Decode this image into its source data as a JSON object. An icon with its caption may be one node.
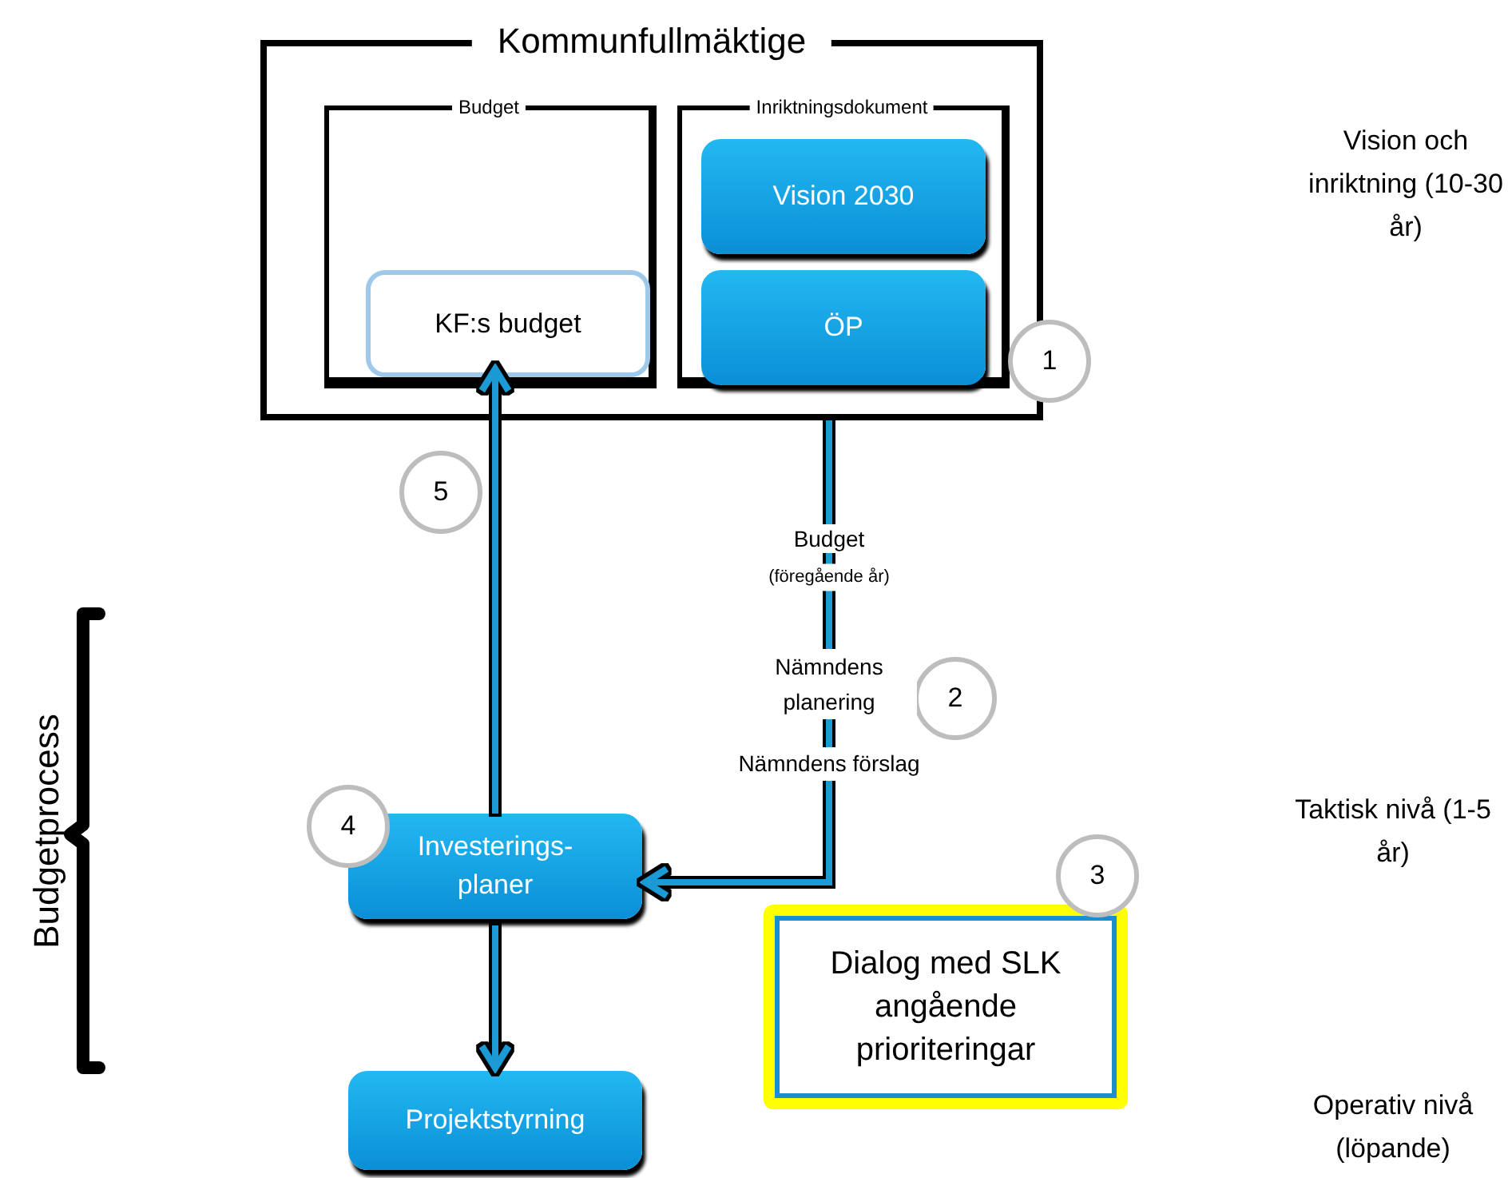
{
  "diagram": {
    "nodes": [
      {
        "text": [
          "Kommunfullmäktige"
        ]
      },
      {
        "text": [
          "Budget"
        ],
        "in": 0
      },
      {
        "text": [
          "Inriktningsdokument"
        ],
        "in": 0
      },
      {
        "text": [
          "KF:s budget"
        ],
        "in": 1
      },
      {
        "text": [
          "Vision 2030"
        ],
        "in": 2
      },
      {
        "text": [
          "ÖP"
        ],
        "in": 2
      },
      {
        "text": [
          "Investerings- planer"
        ]
      },
      {
        "text": [
          "Projektstyrning"
        ]
      },
      {
        "text": [
          "Dialog med SLK angående prioriteringar"
        ]
      },
      {
        "text": [
          "1"
        ]
      },
      {
        "text": [
          "5"
        ]
      },
      {
        "text": [
          "2"
        ]
      },
      {
        "text": [
          "4"
        ]
      },
      {
        "text": [
          "3"
        ]
      }
    ],
    "edges": [
      {
        "from": 0,
        "to": 6,
        "arrow": "to",
        "label": "Budget"
      },
      {
        "from": 6,
        "to": 3,
        "arrow": "to"
      },
      {
        "from": 6,
        "to": 7,
        "arrow": "to"
      }
    ],
    "labels": [
      "(föregående år)",
      "Nämndens planering",
      "Nämndens förslag",
      "Vision och inriktning (10-30 år)",
      "Taktisk nivå (1-5 år)",
      "Operativ nivå (löpande)",
      "Budgetprocess"
    ]
  }
}
